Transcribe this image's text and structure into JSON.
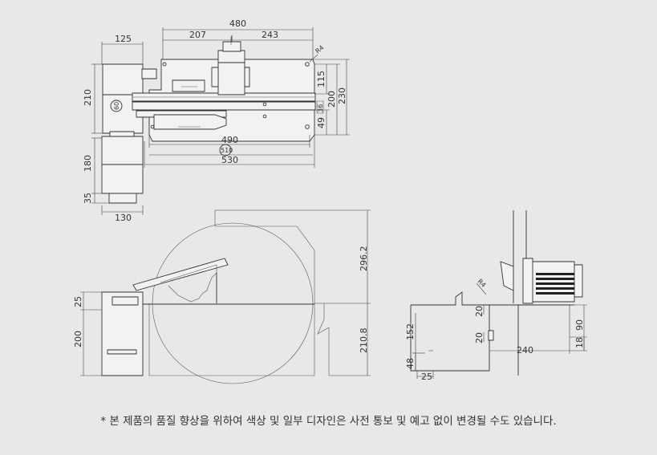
{
  "top_view": {
    "dims": {
      "d125": "125",
      "d480": "480",
      "d207": "207",
      "d243": "243",
      "r4": "R4",
      "d210": "210",
      "d115": "115",
      "d200": "200",
      "d230": "230",
      "d60": "60",
      "d36": "36",
      "d49": "49",
      "d490": "490",
      "d510": "510",
      "d530": "530",
      "d180": "180",
      "d35": "35",
      "d130": "130"
    }
  },
  "side_view": {
    "dims": {
      "d25": "25",
      "d200": "200",
      "d296": "296.2",
      "d210": "210.8"
    }
  },
  "front_view": {
    "dims": {
      "r4": "R4",
      "d20a": "20",
      "d20b": "20",
      "d152": "152",
      "d48": "48",
      "d25": "25",
      "d240": "240",
      "d90": "90",
      "d18": "18"
    }
  },
  "footnote": "* 본 제품의 품질 향상을 위하여 색상 및 일부 디자인은 사전 통보 및 예고 없이 변경될 수도 있습니다."
}
